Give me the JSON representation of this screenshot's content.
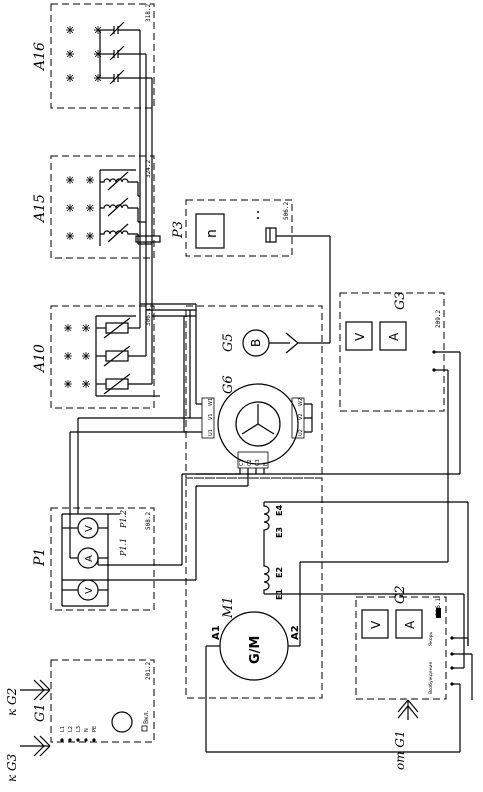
{
  "modules": {
    "A16": {
      "title": "A16",
      "code": "318.2"
    },
    "A15": {
      "title": "A15",
      "code": "324.2"
    },
    "A10": {
      "title": "A10",
      "code": "306.1"
    },
    "P3": {
      "title": "P3",
      "code": "506.2",
      "meter": "n"
    },
    "G5": {
      "title": "G5",
      "symbol": "B"
    },
    "G6": {
      "title": "G6",
      "terminals": [
        "U1",
        "V1",
        "W1",
        "U2",
        "V2",
        "W2",
        "C1",
        "C2",
        "C3",
        "N"
      ]
    },
    "G3": {
      "title": "G3",
      "code": "209.2",
      "meters": [
        "V",
        "A"
      ]
    },
    "P1": {
      "title": "P1",
      "code": "508.2",
      "sub1": "P1.1",
      "sub2": "P1.2",
      "meters": [
        "V",
        "A",
        "V"
      ]
    },
    "M1": {
      "title": "M1",
      "symbol": "G/M",
      "pins": [
        "A1",
        "A2"
      ],
      "field": [
        "E1",
        "E2",
        "E3",
        "E4"
      ]
    },
    "G2": {
      "title": "G2",
      "code": "206.1",
      "meters": [
        "V",
        "A"
      ],
      "caption1": "Возбуждение",
      "caption2": "Якорь"
    },
    "G1": {
      "title": "G1",
      "code": "201.2",
      "switch": "Вкл.",
      "phases": [
        "L1",
        "L2",
        "L3",
        "N",
        "PE"
      ]
    }
  },
  "connectors": {
    "kG2": "к G2",
    "kG3": "к G3",
    "otG1": "от G1"
  }
}
